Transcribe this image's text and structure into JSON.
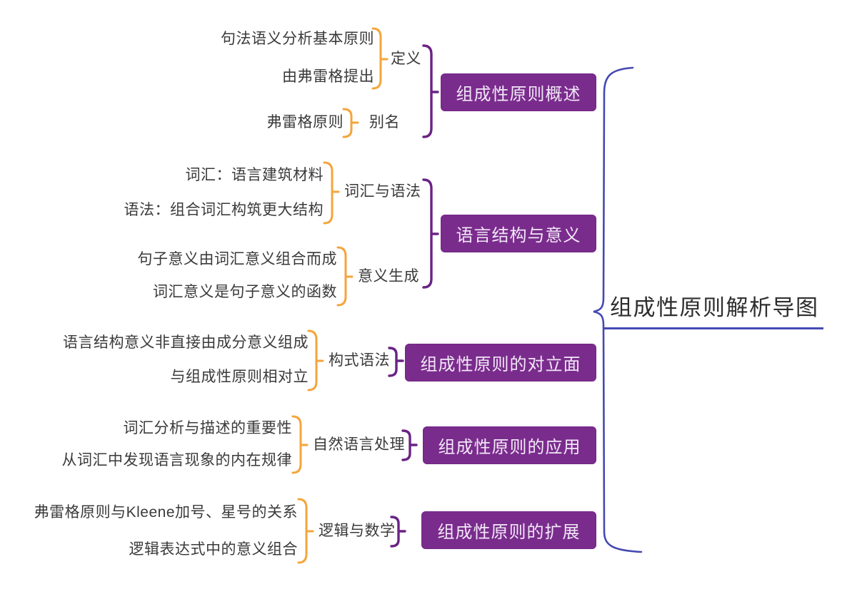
{
  "root_label": "组成性原则解析导图",
  "colors": {
    "topic_fill": "#7a2c8d",
    "topic_text": "#f1e7f6",
    "bracket_purple": "#6a2384",
    "bracket_orange": "#f5a43b",
    "root_blue": "#4549b2",
    "leaf_text": "#3a3a3a"
  },
  "branches": [
    {
      "label": "组成性原则概述",
      "groups": [
        {
          "label": "定义",
          "items": [
            "句法语义分析基本原则",
            "由弗雷格提出"
          ]
        },
        {
          "label": "别名",
          "items": [
            "弗雷格原则"
          ]
        }
      ]
    },
    {
      "label": "语言结构与意义",
      "groups": [
        {
          "label": "词汇与语法",
          "items": [
            "词汇：语言建筑材料",
            "语法：组合词汇构筑更大结构"
          ]
        },
        {
          "label": "意义生成",
          "items": [
            "句子意义由词汇意义组合而成",
            "词汇意义是句子意义的函数"
          ]
        }
      ]
    },
    {
      "label": "组成性原则的对立面",
      "groups": [
        {
          "label": "构式语法",
          "items": [
            "语言结构意义非直接由成分意义组成",
            "与组成性原则相对立"
          ]
        }
      ]
    },
    {
      "label": "组成性原则的应用",
      "groups": [
        {
          "label": "自然语言处理",
          "items": [
            "词汇分析与描述的重要性",
            "从词汇中发现语言现象的内在规律"
          ]
        }
      ]
    },
    {
      "label": "组成性原则的扩展",
      "groups": [
        {
          "label": "逻辑与数学",
          "items": [
            "弗雷格原则与Kleene加号、星号的关系",
            "逻辑表达式中的意义组合"
          ]
        }
      ]
    }
  ]
}
